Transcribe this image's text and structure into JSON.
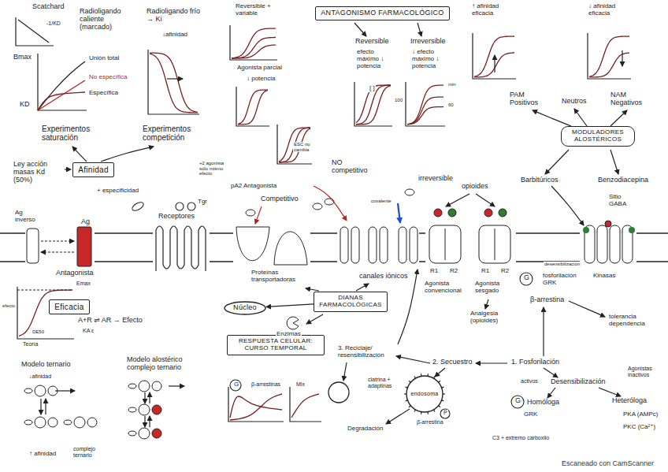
{
  "diagram": {
    "nodes": [
      {
        "text": [
          "ANTAGONISMO FARMACOLÓGICO"
        ]
      },
      {
        "text": [
          "Afinidad"
        ]
      },
      {
        "text": [
          "Eficacia"
        ]
      },
      {
        "text": [
          "Núcleo"
        ]
      },
      {
        "text": [
          "DIANAS FARMACOLÓGICAS"
        ]
      },
      {
        "text": [
          "RESPUESTA CELULAR: CURSO TEMPORAL"
        ]
      },
      {
        "text": [
          "MODULADORES ALOSTÉRICOS"
        ]
      },
      {
        "text": [
          "endosoma"
        ]
      }
    ],
    "edges": [
      {
        "from": 4,
        "to": 3,
        "arrow": "to"
      }
    ],
    "labels": [
      "Scatchard",
      "-1/KD",
      "Radioligando caliente (marcado)",
      "Radioligando frío → Ki",
      "↓afinidad",
      "Bmax",
      "Unión total",
      "No específica",
      "Específica",
      "KD",
      "Experimentos saturación",
      "Experimentos competición",
      "Ley acción masas Kd (50%)",
      "+ especificidad",
      "Ag inverso",
      "Ag",
      "Antagonista",
      "Tgr",
      "Receptores",
      "+2 agonista sólo mismo efecto",
      "pA2 Antagonista",
      "Competitivo",
      "Reversible + variable",
      "Agonista parcial",
      "↓ potencia",
      "ESC no cambia",
      "Reversible",
      "efecto máximo ↓ potencia",
      "Irreversible",
      "↓ efecto máximo ↓ potencia",
      "[ ]",
      "100",
      "min",
      "60",
      "NO competitivo",
      "irreversible",
      "covalente",
      "opioides",
      "Proteínas transportadoras",
      "canales iónicos",
      "Enzimas",
      "R1",
      "R2",
      "R1",
      "R2",
      "Agonista convencional",
      "Agonista sesgado",
      "desensibilización",
      "fosforilación GRK",
      "β-arrestina",
      "Kinasas",
      "Analgesia (opioides)",
      "tolerancia dependencia",
      "3. Reciclaje/ resensibilización",
      "2. Secuestro",
      "1. Fosforilación",
      "clatrina + adaptinas",
      "β-arrestina",
      "Degradación",
      "activos",
      "Desensibilización",
      "Agonistas inactivos",
      "G",
      "Homóloga",
      "GRK",
      "C3 + extremo carboxilo",
      "Heteróloga",
      "PKA (AMPc)",
      "PKC (Ca²⁺)",
      "↑ afinidad eficacia",
      "↓ afinidad eficacia",
      "PAM Positivos",
      "Neutros",
      "NAM Negativos",
      "Barbitúricos",
      "Benzodiacepina",
      "Sitio GABA",
      "Emax",
      "DE50",
      "efecto",
      "Teoría",
      "A+R ⇌ AR → Efecto",
      "KA ε",
      "Modelo ternario",
      "↓afinidad",
      "Modelo alostérico complejo ternario",
      "↑ afinidad",
      "complejo ternario",
      "G",
      "β-arrestinas",
      "Mix",
      "G",
      "P",
      "Escaneado con CamScanner"
    ]
  }
}
